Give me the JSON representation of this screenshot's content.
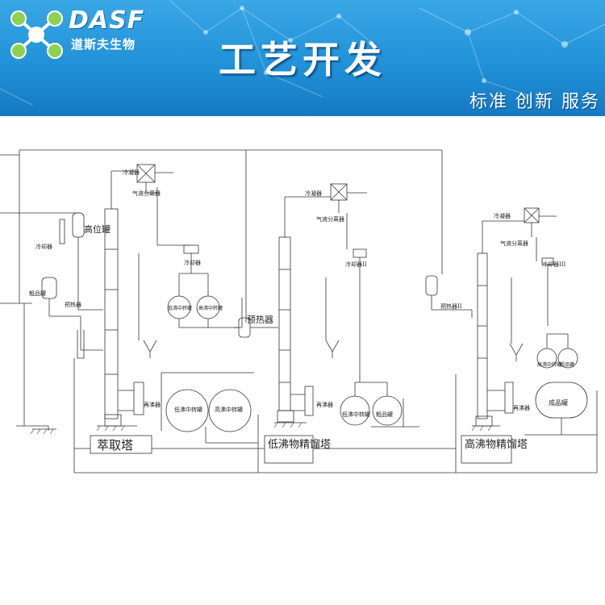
{
  "header": {
    "logo_text": "DASF",
    "logo_subtitle": "道斯夫生物",
    "title": "工艺开发",
    "slogan": "标准 创新 服务",
    "background_color": "#2192d8"
  },
  "diagram": {
    "sections": [
      {
        "label": "萃取塔"
      },
      {
        "label": "低沸物精馏塔"
      },
      {
        "label": "高沸物精馏塔"
      }
    ],
    "labels": {
      "high_tank": "高位罐",
      "preheater": "预热器",
      "condenser": "冷凝器",
      "gas_liquid_separator": "气液分离器",
      "cooler": "冷却器",
      "reboiler": "再沸器",
      "low_mid_tank": "低沸中转罐",
      "high_mid_tank": "高沸中转罐",
      "crude_tank": "粗品罐",
      "finished_tank": "成品罐",
      "cooler_ii": "冷却器II",
      "cooler_iii": "冷却器III",
      "preheater_ii": "预热器II"
    }
  }
}
